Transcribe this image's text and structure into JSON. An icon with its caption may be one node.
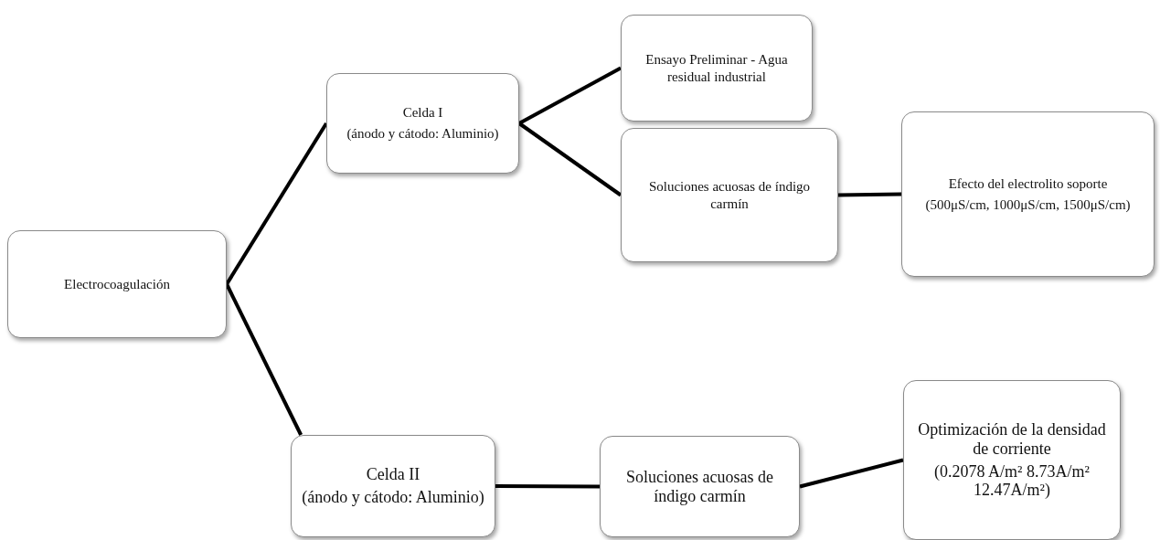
{
  "diagram": {
    "nodes": [
      {
        "text": [
          "Electrocoagulación"
        ]
      },
      {
        "text": [
          "Celda I",
          "(ánodo y cátodo: Aluminio)"
        ]
      },
      {
        "text": [
          "Ensayo Preliminar - Agua residual industrial"
        ]
      },
      {
        "text": [
          "Soluciones acuosas de índigo carmín"
        ]
      },
      {
        "text": [
          "Efecto del electrolito soporte",
          "(500μS/cm, 1000μS/cm, 1500μS/cm)"
        ]
      },
      {
        "text": [
          "Celda II",
          "(ánodo y cátodo: Aluminio)"
        ]
      },
      {
        "text": [
          "Soluciones acuosas de índigo carmín"
        ]
      },
      {
        "text": [
          "Optimización de la densidad de corriente",
          "(0.2078 A/m² 8.73A/m² 12.47A/m²)"
        ]
      }
    ],
    "edges": [
      {
        "from": 0,
        "to": 1,
        "arrow": "none"
      },
      {
        "from": 0,
        "to": 5,
        "arrow": "none"
      },
      {
        "from": 1,
        "to": 2,
        "arrow": "none"
      },
      {
        "from": 1,
        "to": 3,
        "arrow": "none"
      },
      {
        "from": 3,
        "to": 4,
        "arrow": "none"
      },
      {
        "from": 5,
        "to": 6,
        "arrow": "none"
      },
      {
        "from": 6,
        "to": 7,
        "arrow": "none"
      }
    ]
  }
}
